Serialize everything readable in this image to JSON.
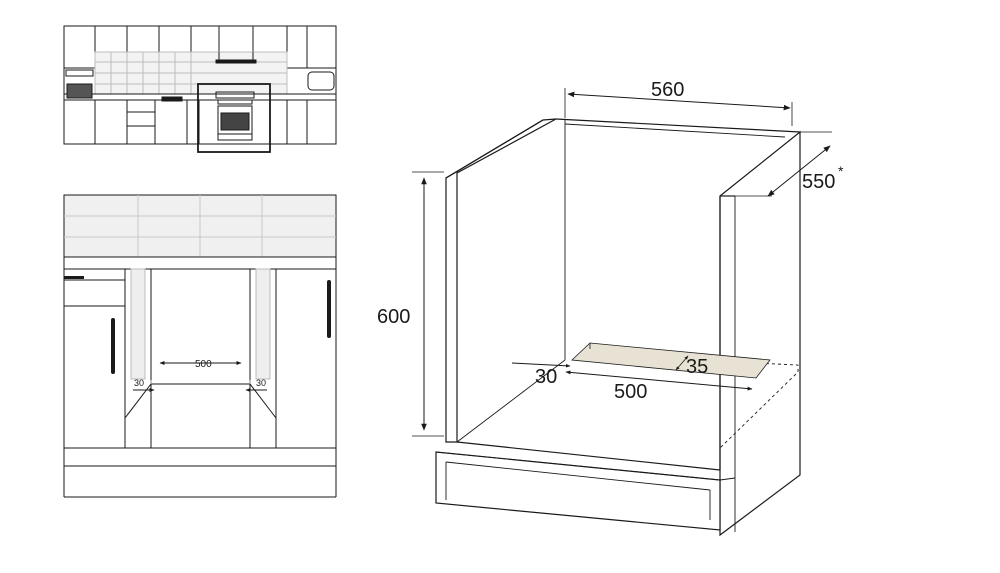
{
  "dimensions": {
    "width": "560",
    "depth": "550",
    "depth_note": "*",
    "height": "600",
    "vent_width": "500",
    "vent_offset": "30",
    "vent_depth": "35"
  },
  "front_view": {
    "vent_width": "500",
    "left_gap": "30",
    "right_gap": "30"
  },
  "colors": {
    "line": "#1a1a1a",
    "vent_fill": "#e8e2d4",
    "tile_fill": "#f0f0f0"
  }
}
